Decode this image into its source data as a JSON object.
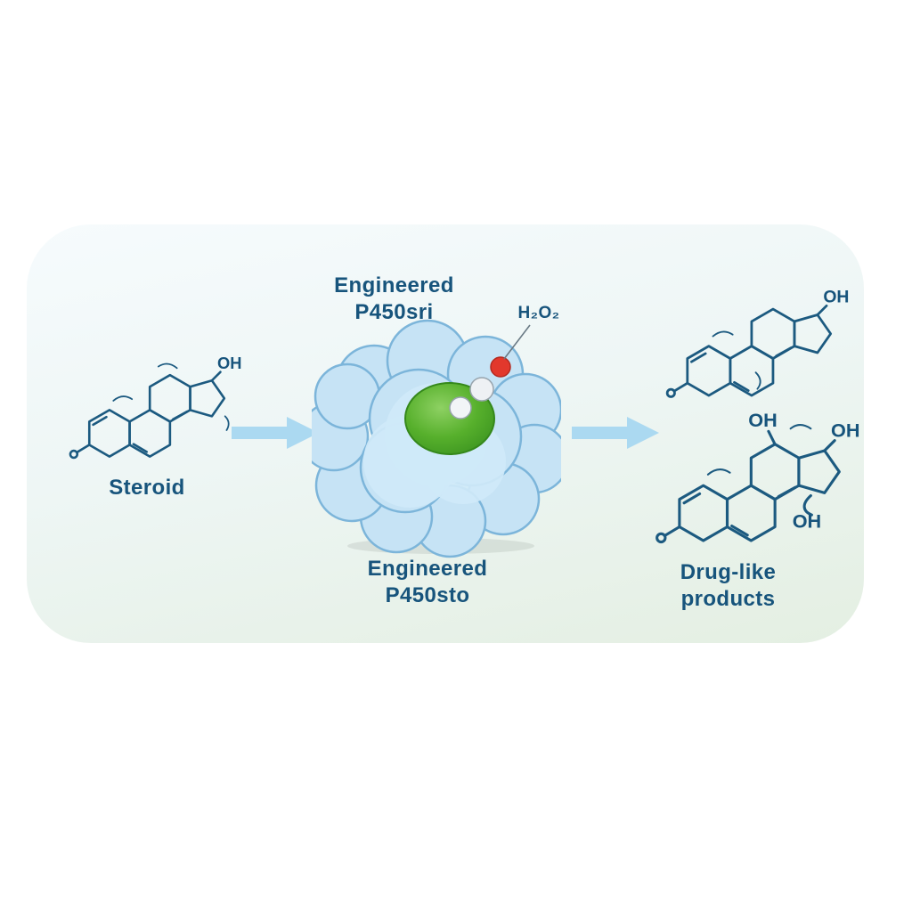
{
  "labels": {
    "enzyme_top_line1": "Engineered",
    "enzyme_top_line2": "P450sri",
    "h2o2": "H₂O₂",
    "substrate": "Steroid",
    "enzyme_bottom_line1": "Engineered",
    "enzyme_bottom_line2": "P450sto",
    "products_line1": "Drug-like",
    "products_line2": "products"
  },
  "structures": {
    "steroid_oh": "OH",
    "product_top_oh": "OH",
    "product_bottom_oh1": "OH",
    "product_bottom_oh2": "OH",
    "product_bottom_oh3": "OH"
  },
  "colors": {
    "text": "#17547c",
    "structure_line": "#1c5a80",
    "arrow": "#abd9f1",
    "cloud_fill": "#c6e3f5",
    "cloud_stroke": "#7cb5da",
    "active_site_green": "#4ba325",
    "oxygen_red": "#e2382c",
    "panel_top": "#f6fbfd",
    "panel_bottom": "#e4efe2"
  }
}
